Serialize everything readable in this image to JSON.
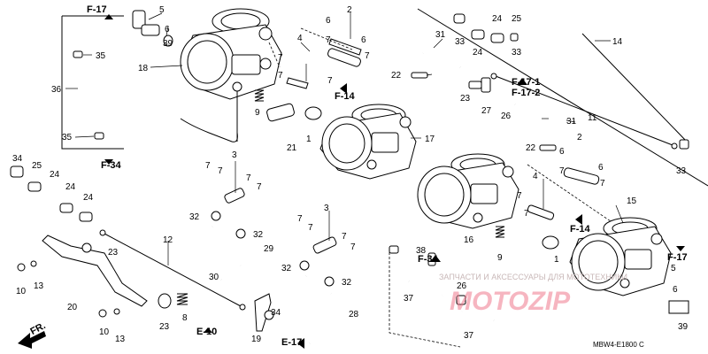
{
  "diagram": {
    "labels": {
      "n1": "1",
      "n2a": "2",
      "n2b": "2",
      "n3a": "3",
      "n3b": "3",
      "n4a": "4",
      "n4b": "4",
      "n5a": "5",
      "n5b": "5",
      "n6": "6",
      "n7": "7",
      "n8": "8",
      "n9a": "9",
      "n9b": "9",
      "n10a": "10",
      "n10b": "10",
      "n11": "11",
      "n12": "12",
      "n13a": "13",
      "n13b": "13",
      "n14": "14",
      "n15": "15",
      "n16": "16",
      "n17": "17",
      "n18": "18",
      "n19": "19",
      "n20": "20",
      "n21": "21",
      "n22a": "22",
      "n22b": "22",
      "n23a": "23",
      "n23b": "23",
      "n24a": "24",
      "n24b": "24",
      "n24c": "24",
      "n24d": "24",
      "n24e": "24",
      "n25a": "25",
      "n25b": "25",
      "n26": "26",
      "n27": "27",
      "n28": "28",
      "n29": "29",
      "n30": "30",
      "n31a": "31",
      "n31b": "31",
      "n32a": "32",
      "n32b": "32",
      "n32c": "32",
      "n32d": "32",
      "n33a": "33",
      "n33b": "33",
      "n34a": "34",
      "n34b": "34",
      "n35a": "35",
      "n35b": "35",
      "n36": "36",
      "n37a": "37",
      "n37b": "37",
      "n38": "38",
      "n39": "39"
    },
    "refs": {
      "f17_top": "F-17",
      "f17_1": "F-17-1",
      "f17_2": "F-17-2",
      "f14_a": "F-14",
      "f14_b": "F-14",
      "f34_a": "F-34",
      "f34_b": "F-34",
      "e10": "E-10",
      "e17": "E-17",
      "f17_right": "F-17"
    },
    "fr_label": "FR.",
    "diagram_code": "MBW4-E1800 C",
    "watermark": {
      "text": "ЗАПЧАСТИ И АКСЕССУАРЫ ДЛЯ МОТОТЕХНИКИ",
      "brand": "MOTOZIP"
    }
  }
}
